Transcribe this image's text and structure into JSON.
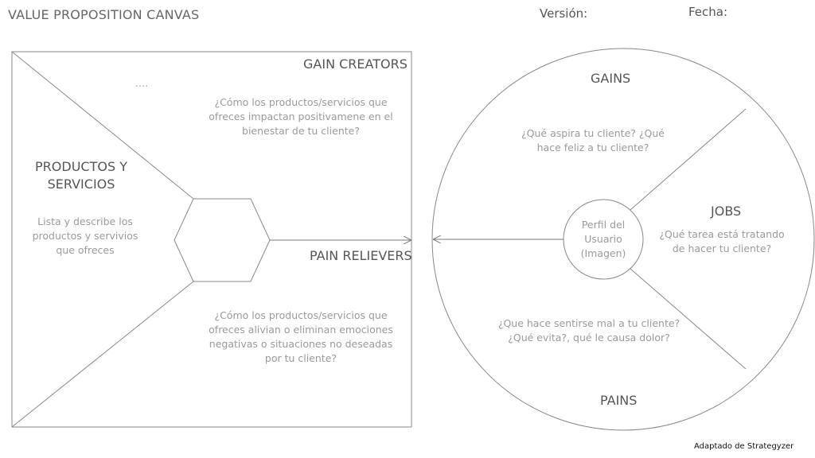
{
  "header": {
    "title": "VALUE PROPOSITION CANVAS",
    "version_label": "Versión:",
    "date_label": "Fecha:"
  },
  "value_map": {
    "ellipsis": "….",
    "gain_creators": {
      "title": "GAIN CREATORS",
      "question": "¿Cómo los productos/servicios que ofreces impactan positivamene en el bienestar de tu cliente?"
    },
    "products": {
      "title": "PRODUCTOS Y SERVICIOS",
      "question": "Lista y describe los productos y servivios que ofreces"
    },
    "pain_relievers": {
      "title": "PAIN RELIEVERS",
      "question": "¿Cómo los productos/servicios que ofreces alivian o eliminan emociones negativas o situaciones no deseadas por tu cliente?"
    }
  },
  "customer_profile": {
    "gains": {
      "title": "GAINS",
      "question": "¿Qué aspira tu cliente? ¿Qué hace feliz a tu cliente?"
    },
    "jobs": {
      "title": "JOBS",
      "question": "¿Qué tarea está tratando de hacer tu cliente?"
    },
    "pains": {
      "title": "PAINS",
      "question": "¿Que hace sentirse mal a tu cliente? ¿Qué evita?, qué le causa dolor?"
    },
    "center": "Perfil del Usuario (Imagen)"
  },
  "footer": {
    "credit": "Adaptado de Strategyzer"
  }
}
